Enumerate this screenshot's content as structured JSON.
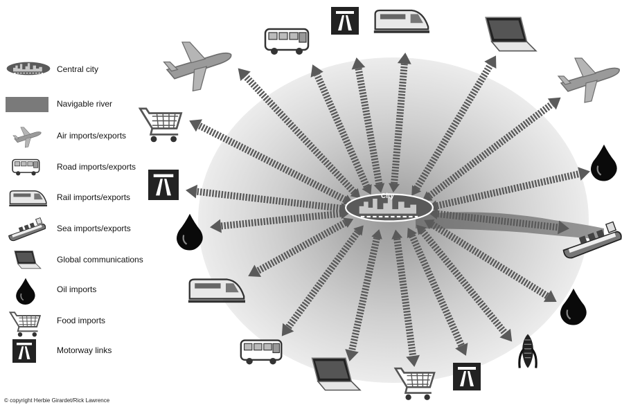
{
  "legend": {
    "items": [
      {
        "key": "central_city",
        "icon": "city-skyline-icon",
        "label": "Central city"
      },
      {
        "key": "river",
        "icon": "river-swatch",
        "label": "Navigable river"
      },
      {
        "key": "air",
        "icon": "airplane-icon",
        "label": "Air imports/exports"
      },
      {
        "key": "road",
        "icon": "bus-icon",
        "label": "Road imports/exports"
      },
      {
        "key": "rail",
        "icon": "train-icon",
        "label": "Rail imports/exports"
      },
      {
        "key": "sea",
        "icon": "ship-icon",
        "label": "Sea imports/exports"
      },
      {
        "key": "comms",
        "icon": "laptop-icon",
        "label": "Global communications"
      },
      {
        "key": "oil",
        "icon": "oil-drop-icon",
        "label": "Oil imports"
      },
      {
        "key": "food",
        "icon": "shopping-cart-icon",
        "label": "Food imports"
      },
      {
        "key": "motorway",
        "icon": "motorway-icon",
        "label": "Motorway links"
      }
    ]
  },
  "city": {
    "label": "City"
  },
  "links": [
    {
      "icon": "airplane-icon"
    },
    {
      "icon": "bus-icon"
    },
    {
      "icon": "motorway-icon"
    },
    {
      "icon": "train-icon"
    },
    {
      "icon": "laptop-icon"
    },
    {
      "icon": "airplane-icon"
    },
    {
      "icon": "shopping-cart-icon"
    },
    {
      "icon": "motorway-icon"
    },
    {
      "icon": "oil-drop-icon"
    },
    {
      "icon": "oil-drop-icon"
    },
    {
      "icon": "ship-icon"
    },
    {
      "icon": "train-icon"
    },
    {
      "icon": "oil-drop-icon"
    },
    {
      "icon": "bus-icon"
    },
    {
      "icon": "corn-icon"
    },
    {
      "icon": "laptop-icon"
    },
    {
      "icon": "shopping-cart-icon"
    },
    {
      "icon": "motorway-icon"
    }
  ],
  "copyright": "© copyright Herbie Girardet/Rick Lawrence",
  "colors": {
    "ring_outer": "#e9e9e9",
    "ring_inner": "#a8a8a8",
    "arrow": "#555555",
    "city_fill": "#5a5a5a"
  }
}
